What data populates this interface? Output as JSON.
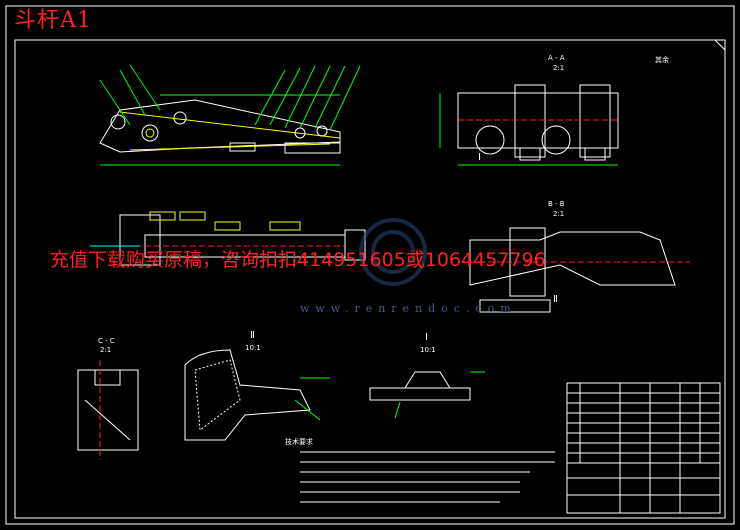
{
  "title": "斗杆A1",
  "overlay_text": "充值下载购买原稿，咨询扣扣414951605或1064457796",
  "watermark_url": "www.renrendoc.com",
  "section_labels": {
    "aa": "A - A",
    "aa_scale": "2:1",
    "bb": "B - B",
    "bb_scale": "2:1",
    "cc": "C - C",
    "cc_scale": "2:1",
    "detail2": "Ⅱ",
    "detail2_scale": "10:1",
    "detail1": "Ⅰ",
    "detail1_scale": "10:1",
    "roman1": "Ⅰ",
    "roman2": "Ⅱ",
    "note_top_right": "其余"
  },
  "tech_req_title": "技术要求",
  "colors": {
    "background": "#000000",
    "line_white": "#ffffff",
    "line_yellow": "#ffff00",
    "line_green": "#00ff00",
    "line_cyan": "#00ffff",
    "line_red": "#ff2020",
    "line_magenta": "#ff00ff",
    "watermark": "#3a5f8a"
  }
}
